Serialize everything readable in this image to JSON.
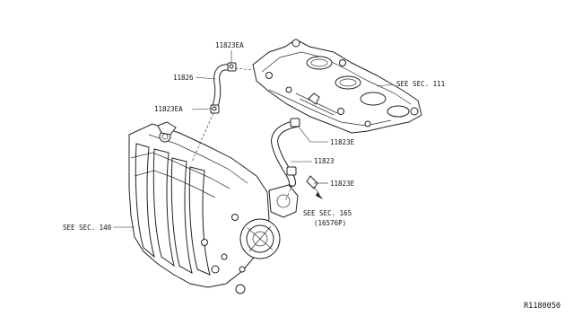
{
  "labels": {
    "clamp_upper": "11823EA",
    "hose_upper": "11826",
    "clamp_lower": "11823EA",
    "see_sec_111": "SEE SEC. 111",
    "clamp_right_upper": "11823E",
    "hose_right": "11823",
    "clamp_right_lower": "11823E",
    "see_sec_165": "SEE SEC. 165",
    "see_sec_165_sub": "(16576P)",
    "see_sec_140": "SEE SEC. 140"
  },
  "reference_code": "R1180050"
}
